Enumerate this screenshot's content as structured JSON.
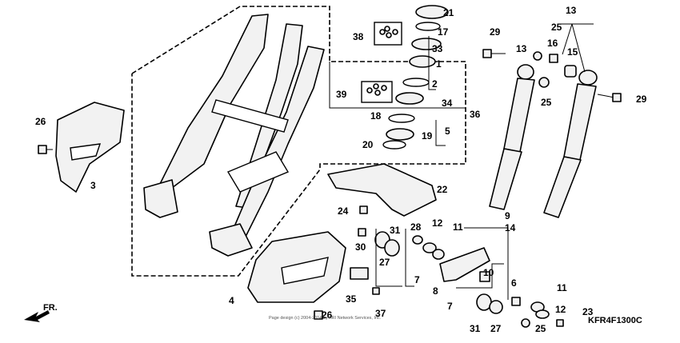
{
  "diagram": {
    "code": "KFR4F1300C",
    "copyright": "Page design (c) 2004-2014 by ARI Network Services, Inc.",
    "direction_label": "FR.",
    "callouts": [
      "21",
      "17",
      "38",
      "33",
      "1",
      "2",
      "39",
      "34",
      "36",
      "18",
      "19",
      "5",
      "20",
      "26",
      "3",
      "22",
      "24",
      "28",
      "12",
      "11",
      "9",
      "14",
      "30",
      "31",
      "27",
      "7",
      "8",
      "10",
      "6",
      "4",
      "35",
      "26",
      "37",
      "7",
      "31",
      "27",
      "11",
      "12",
      "23",
      "25",
      "29",
      "13",
      "25",
      "16",
      "15",
      "13",
      "25",
      "29"
    ]
  }
}
